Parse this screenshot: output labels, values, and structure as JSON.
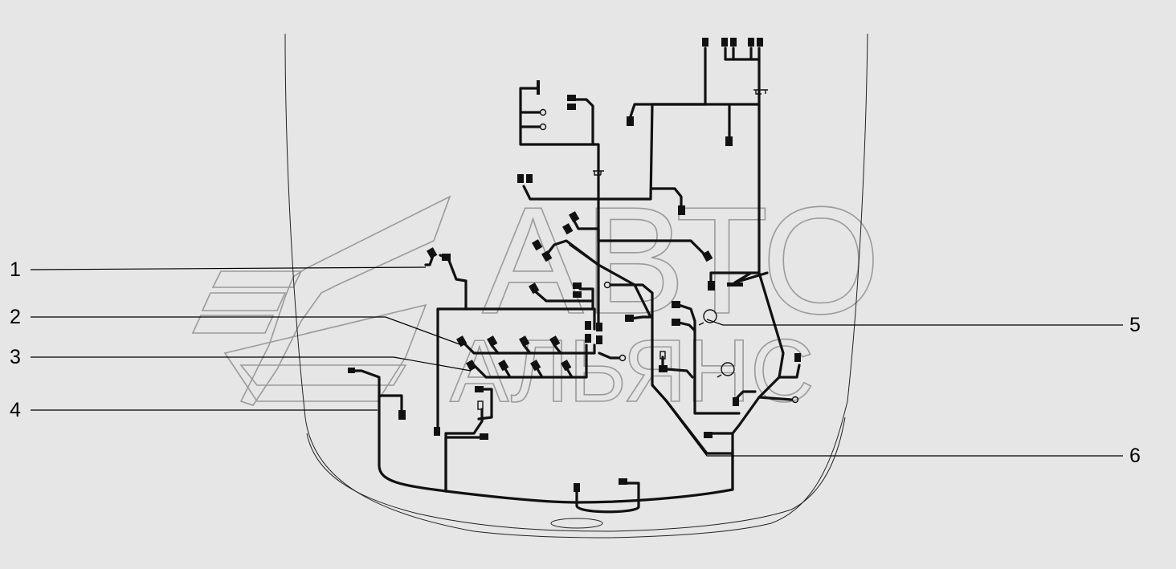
{
  "watermark": {
    "line1": "АВТО",
    "line2": "АЛЬЯНС"
  },
  "callouts": [
    {
      "id": "1",
      "text": "1"
    },
    {
      "id": "2",
      "text": "2"
    },
    {
      "id": "3",
      "text": "3"
    },
    {
      "id": "4",
      "text": "4"
    },
    {
      "id": "5",
      "text": "5"
    },
    {
      "id": "6",
      "text": "6"
    }
  ],
  "colors": {
    "background": "#e6e6e6",
    "wire": "#111111",
    "watermark": "#9a9a9a"
  }
}
